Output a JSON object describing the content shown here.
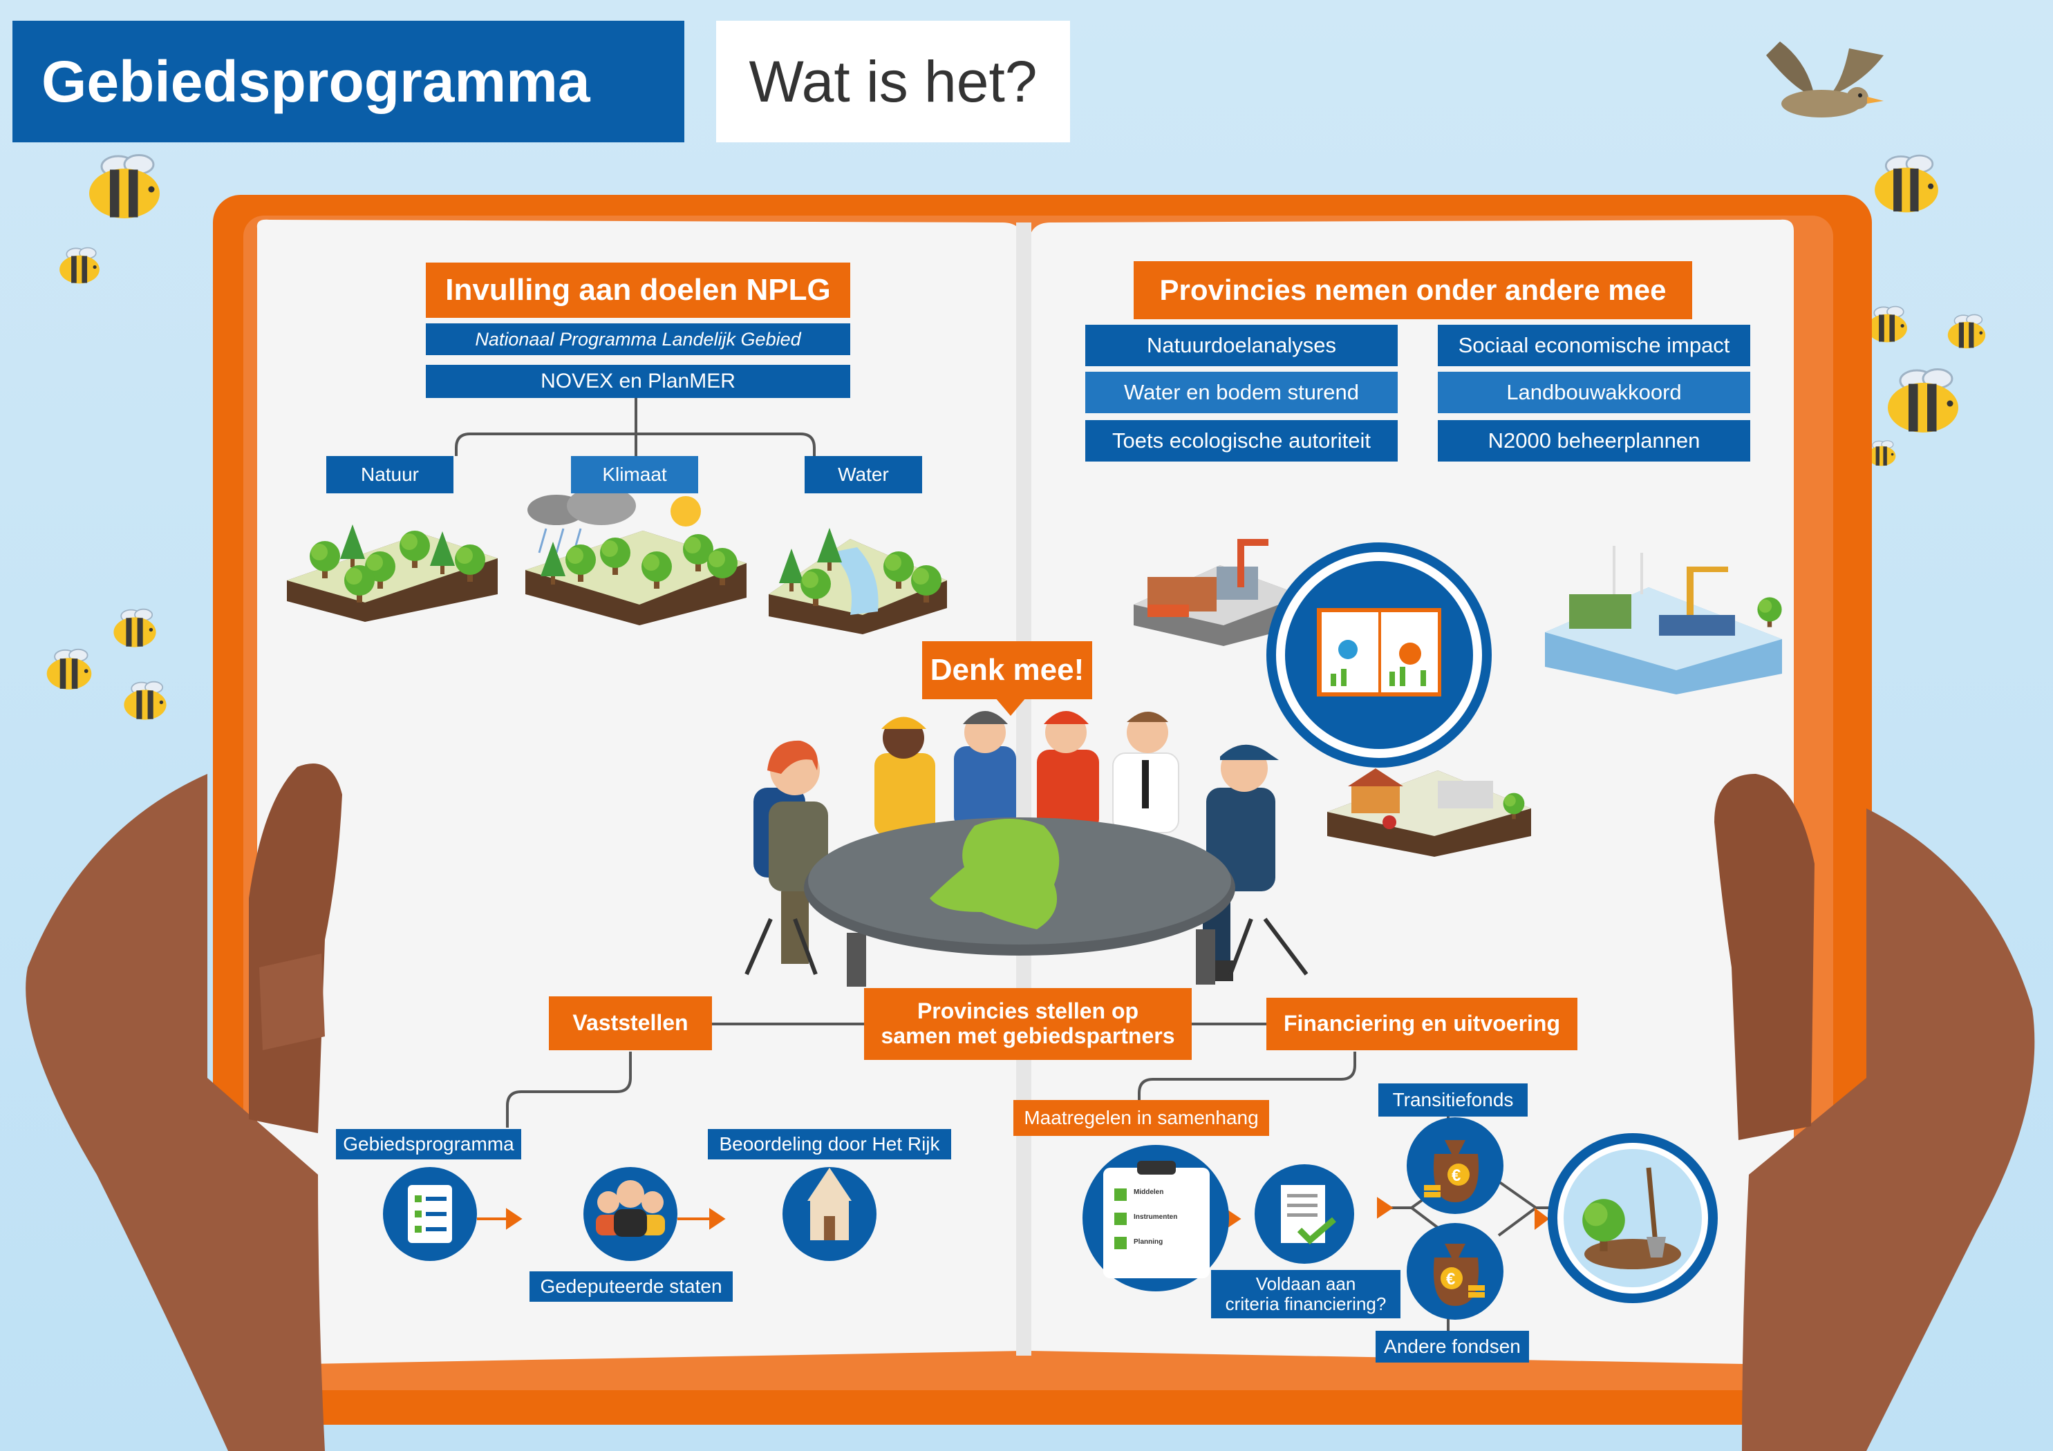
{
  "header": {
    "title": "Gebiedsprogramma",
    "subtitle": "Wat is het?"
  },
  "left_page": {
    "heading": "Invulling aan doelen NPLG",
    "subheading": "Nationaal Programma Landelijk Gebied",
    "tool": "NOVEX en PlanMER",
    "themes": [
      "Natuur",
      "Klimaat",
      "Water"
    ]
  },
  "right_page": {
    "heading": "Provincies nemen onder andere mee",
    "items": [
      "Natuurdoelanalyses",
      "Sociaal economische impact",
      "Water en bodem sturend",
      "Landbouwakkoord",
      "Toets ecologische autoriteit",
      "N2000 beheerplannen"
    ]
  },
  "center": {
    "callout": "Denk mee!",
    "main_line1": "Provincies stellen op",
    "main_line2": "samen met gebiedspartners"
  },
  "process_left": {
    "branch": "Vaststellen",
    "steps": [
      "Gebiedsprogramma",
      "Gedeputeerde staten",
      "Beoordeling door Het Rijk"
    ]
  },
  "process_right": {
    "branch": "Financiering en uitvoering",
    "measures": "Maatregelen in samenhang",
    "clipboard_lines": [
      "Middelen",
      "Instrumenten",
      "Planning"
    ],
    "check_line1": "Voldaan aan",
    "check_line2": "criteria financiering?",
    "fund_top": "Transitiefonds",
    "fund_bottom": "Andere fondsen",
    "currency": "€"
  },
  "colors": {
    "blue": "#0a5ea8",
    "blue_light": "#2277c0",
    "orange": "#ec6a0c",
    "sky": "#cfe8f7"
  }
}
